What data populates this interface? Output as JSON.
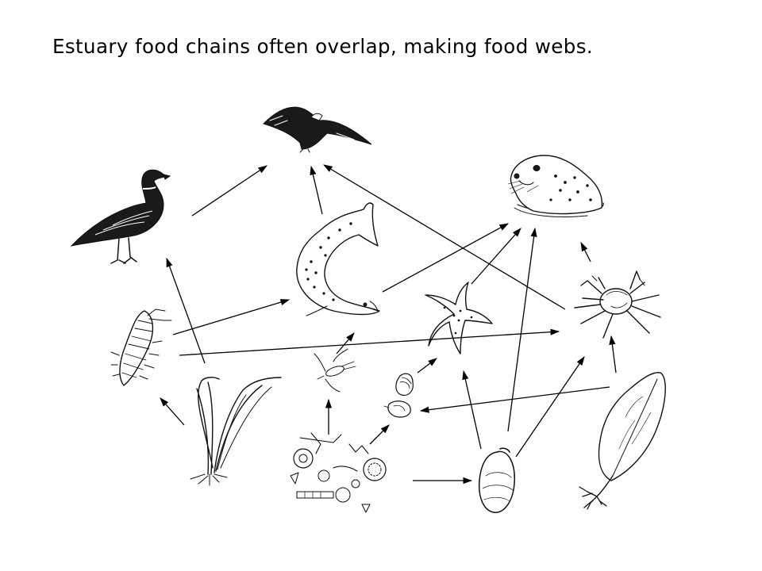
{
  "title": "Estuary food chains often overlap, making food webs.",
  "organisms": [
    {
      "id": "eagle",
      "icon": "eagle-icon"
    },
    {
      "id": "seal",
      "icon": "seal-icon"
    },
    {
      "id": "goose",
      "icon": "goose-icon"
    },
    {
      "id": "salmon",
      "icon": "salmon-icon"
    },
    {
      "id": "sea-star",
      "icon": "sea-star-icon"
    },
    {
      "id": "crab",
      "icon": "crab-icon"
    },
    {
      "id": "worm",
      "icon": "worm-icon"
    },
    {
      "id": "zooplankton",
      "icon": "zooplankton-icon"
    },
    {
      "id": "snails",
      "icon": "snails-icon"
    },
    {
      "id": "eelgrass",
      "icon": "eelgrass-icon"
    },
    {
      "id": "phytoplankton",
      "icon": "phytoplankton-icon"
    },
    {
      "id": "clam",
      "icon": "clam-icon"
    },
    {
      "id": "kelp",
      "icon": "kelp-icon"
    }
  ],
  "links": [
    {
      "from": "goose",
      "to": "eagle"
    },
    {
      "from": "salmon",
      "to": "eagle"
    },
    {
      "from": "crab",
      "to": "eagle"
    },
    {
      "from": "salmon",
      "to": "seal"
    },
    {
      "from": "sea-star",
      "to": "seal"
    },
    {
      "from": "clam",
      "to": "seal"
    },
    {
      "from": "crab",
      "to": "seal"
    },
    {
      "from": "eelgrass",
      "to": "goose"
    },
    {
      "from": "worm",
      "to": "salmon"
    },
    {
      "from": "worm",
      "to": "crab"
    },
    {
      "from": "zooplankton",
      "to": "salmon"
    },
    {
      "from": "snails",
      "to": "sea-star"
    },
    {
      "from": "clam",
      "to": "sea-star"
    },
    {
      "from": "clam",
      "to": "crab"
    },
    {
      "from": "kelp",
      "to": "crab"
    },
    {
      "from": "kelp",
      "to": "snails"
    },
    {
      "from": "eelgrass",
      "to": "worm"
    },
    {
      "from": "phytoplankton",
      "to": "zooplankton"
    },
    {
      "from": "phytoplankton",
      "to": "snails"
    },
    {
      "from": "phytoplankton",
      "to": "clam"
    }
  ]
}
